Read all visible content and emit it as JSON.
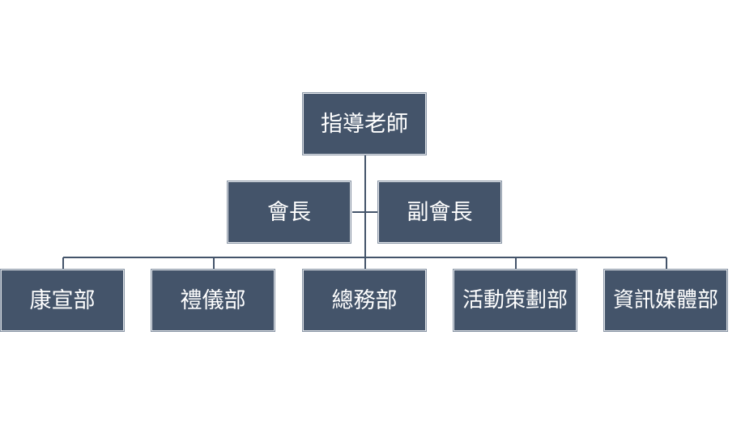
{
  "diagram": {
    "root": {
      "label": "指導老師"
    },
    "assistants": [
      {
        "label": "會長"
      },
      {
        "label": "副會長"
      }
    ],
    "departments": [
      {
        "label": "康宣部"
      },
      {
        "label": "禮儀部"
      },
      {
        "label": "總務部"
      },
      {
        "label": "活動策劃部"
      },
      {
        "label": "資訊媒體部"
      }
    ],
    "colors": {
      "node_fill": "#44546a",
      "node_text": "#ffffff",
      "connector": "#44546a"
    }
  }
}
